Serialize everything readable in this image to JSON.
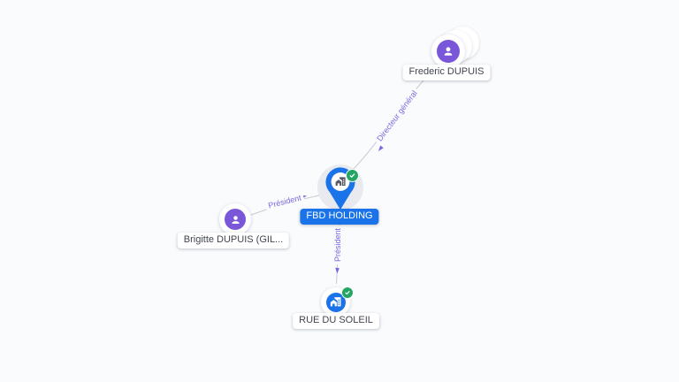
{
  "canvas": {
    "background": "#fafbfd"
  },
  "nodes": {
    "fbd_holding": {
      "label": "FBD HOLDING",
      "kind": "company",
      "focused": true,
      "verified": true
    },
    "frederic_dupuis": {
      "label": "Frederic DUPUIS",
      "kind": "person",
      "stacked": true,
      "verified": false
    },
    "brigitte_dupuis": {
      "label": "Brigitte DUPUIS (GIL...",
      "kind": "person",
      "stacked": false,
      "verified": false
    },
    "rue_du_soleil": {
      "label": "RUE DU SOLEIL",
      "kind": "company",
      "focused": false,
      "verified": true
    }
  },
  "edges": [
    {
      "label": "Directeur général",
      "from": "Frederic DUPUIS",
      "to": "FBD HOLDING"
    },
    {
      "label": "Président",
      "from": "Brigitte DUPUIS (GIL...",
      "to": "FBD HOLDING"
    },
    {
      "label": "Président",
      "from": "FBD HOLDING",
      "to": "RUE DU SOLEIL"
    }
  ],
  "colors": {
    "company_blue": "#1a73e8",
    "person_purple": "#7a57d9",
    "verified_green": "#23a564",
    "edge_line_gray": "#c6cad4",
    "edge_label_purple": "#7668e0",
    "node_label_text": "#41454f"
  }
}
